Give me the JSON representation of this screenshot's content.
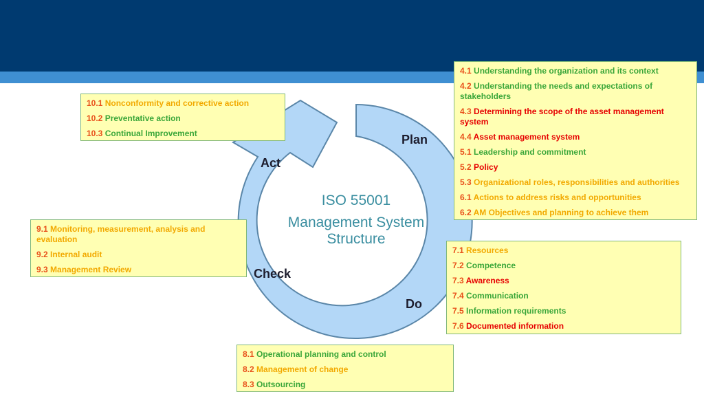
{
  "colors": {
    "banner_dark": "#003a70",
    "banner_light": "#3f8fd2",
    "arrow_fill": "#b3d7f7",
    "arrow_stroke": "#5a86a8",
    "box_fill": "#ffffb3",
    "number": "#e8501a",
    "green": "#3aa639",
    "orange": "#f2a900",
    "red": "#e60000"
  },
  "center": {
    "line1": "ISO 55001",
    "line2": "Management System",
    "line3": "Structure"
  },
  "stages": {
    "plan": "Plan",
    "do": "Do",
    "check": "Check",
    "act": "Act"
  },
  "boxes": {
    "act": {
      "items": [
        {
          "num": "10.1",
          "text": "Nonconformity and corrective action",
          "color": "orange"
        },
        {
          "num": "10.2",
          "text": "Preventative action",
          "color": "green"
        },
        {
          "num": "10.3",
          "text": "Continual Improvement",
          "color": "green"
        }
      ]
    },
    "plan": {
      "items": [
        {
          "num": "4.1",
          "text": "Understanding the organization and its context",
          "color": "green"
        },
        {
          "num": "4.2",
          "text": "Understanding the needs and expectations of stakeholders",
          "color": "green"
        },
        {
          "num": "4.3",
          "text": "Determining the scope of the asset management system",
          "color": "red"
        },
        {
          "num": "4.4",
          "text": "Asset management system",
          "color": "red"
        },
        {
          "num": "5.1",
          "text": "Leadership and commitment",
          "color": "green"
        },
        {
          "num": "5.2",
          "text": "Policy",
          "color": "red"
        },
        {
          "num": "5.3",
          "text": "Organizational roles, responsibilities and authorities",
          "color": "orange"
        },
        {
          "num": "6.1",
          "text": "Actions to address risks and opportunities",
          "color": "orange"
        },
        {
          "num": "6.2",
          "text": "AM Objectives and planning to achieve them",
          "color": "orange"
        }
      ]
    },
    "check": {
      "items": [
        {
          "num": "9.1",
          "text": "Monitoring, measurement, analysis and evaluation",
          "color": "orange"
        },
        {
          "num": "9.2",
          "text": "Internal audit",
          "color": "orange"
        },
        {
          "num": "9.3",
          "text": "Management Review",
          "color": "orange"
        }
      ]
    },
    "do": {
      "items": [
        {
          "num": "7.1",
          "text": "Resources",
          "color": "orange"
        },
        {
          "num": "7.2",
          "text": "Competence",
          "color": "green"
        },
        {
          "num": "7.3",
          "text": "Awareness",
          "color": "red"
        },
        {
          "num": "7.4",
          "text": "Communication",
          "color": "green"
        },
        {
          "num": "7.5",
          "text": "Information requirements",
          "color": "green"
        },
        {
          "num": "7.6",
          "text": "Documented information",
          "color": "red"
        }
      ]
    },
    "operation": {
      "items": [
        {
          "num": "8.1",
          "text": "Operational planning and control",
          "color": "green"
        },
        {
          "num": "8.2",
          "text": "Management of change",
          "color": "orange"
        },
        {
          "num": "8.3",
          "text": "Outsourcing",
          "color": "green"
        }
      ]
    }
  }
}
